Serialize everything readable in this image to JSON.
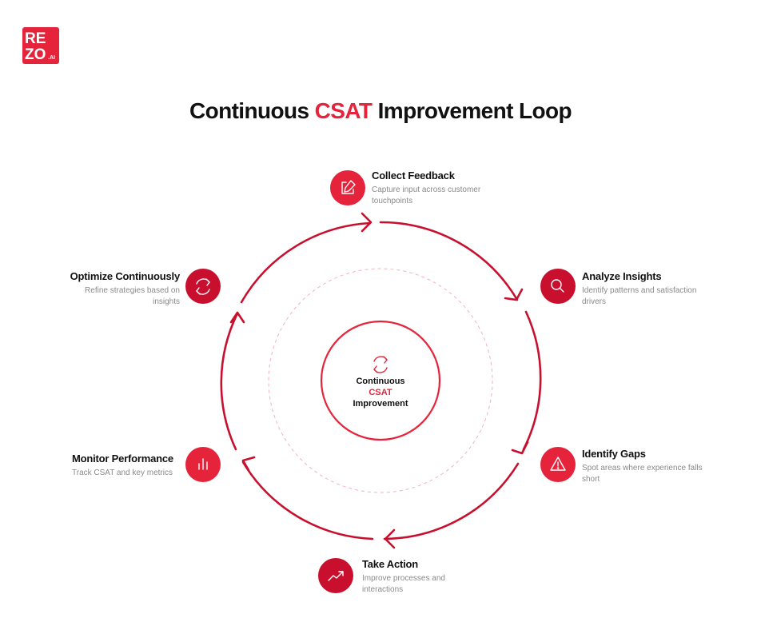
{
  "brand": {
    "logo_line1": "RE",
    "logo_line2": "ZO",
    "logo_suffix": ".AI",
    "accent_color": "#e5243b",
    "dark_accent": "#c8102e"
  },
  "title": {
    "prefix": "Continuous",
    "highlight": "CSAT",
    "suffix": "Improvement Loop"
  },
  "center": {
    "icon": "refresh-icon",
    "line1": "Continuous",
    "line2": "CSAT",
    "line3": "Improvement"
  },
  "steps": [
    {
      "title": "Collect Feedback",
      "desc": "Capture input across customer touchpoints",
      "icon": "edit-icon"
    },
    {
      "title": "Analyze Insights",
      "desc": "Identify patterns and satisfaction drivers",
      "icon": "search-icon"
    },
    {
      "title": "Identify Gaps",
      "desc": "Spot areas where experience falls short",
      "icon": "warning-icon"
    },
    {
      "title": "Take Action",
      "desc": "Improve processes and interactions",
      "icon": "trend-up-icon"
    },
    {
      "title": "Monitor Performance",
      "desc": "Track CSAT and key metrics",
      "icon": "bar-chart-icon"
    },
    {
      "title": "Optimize Continuously",
      "desc": "Refine strategies based on insights",
      "icon": "refresh-icon"
    }
  ]
}
